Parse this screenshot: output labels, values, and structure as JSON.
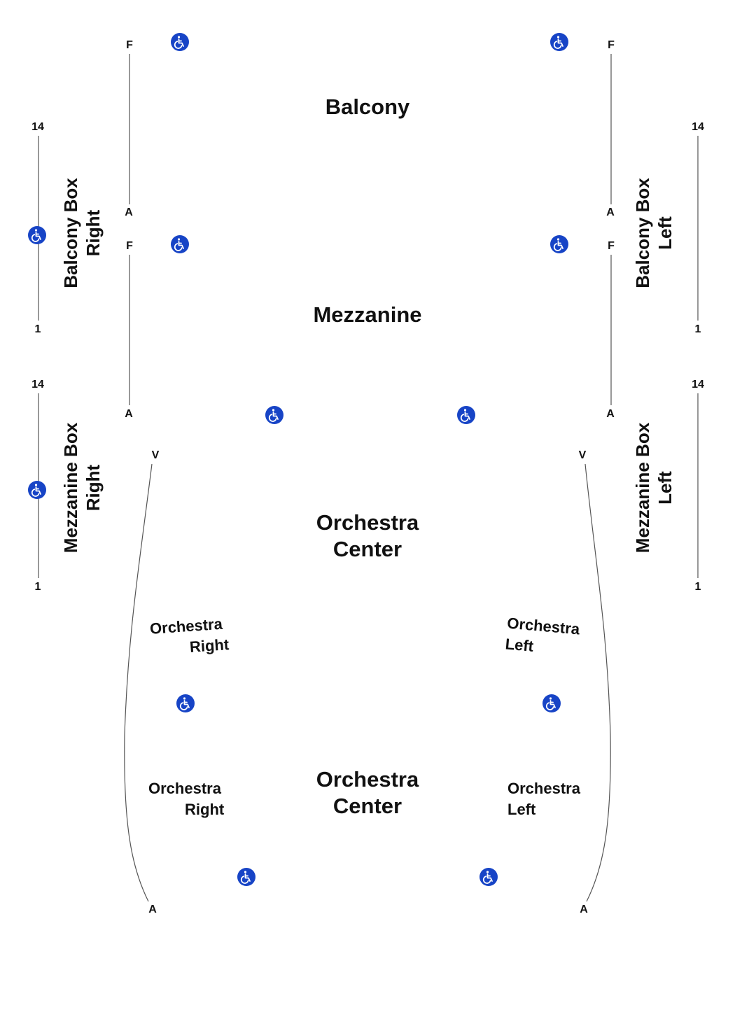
{
  "sections": {
    "balcony": "Balcony",
    "mezzanine": "Mezzanine",
    "orchestra_center_upper": [
      "Orchestra",
      "Center"
    ],
    "orchestra_center_lower": [
      "Orchestra",
      "Center"
    ],
    "orchestra_right_upper": [
      "Orchestra",
      "Right"
    ],
    "orchestra_left_upper": [
      "Orchestra",
      "Left"
    ],
    "orchestra_right_lower": [
      "Orchestra",
      "Right"
    ],
    "orchestra_left_lower": [
      "Orchestra",
      "Left"
    ],
    "balcony_box_right": [
      "Balcony Box",
      "Right"
    ],
    "balcony_box_left": [
      "Balcony Box",
      "Left"
    ],
    "mezzanine_box_right": [
      "Mezzanine Box",
      "Right"
    ],
    "mezzanine_box_left": [
      "Mezzanine Box",
      "Left"
    ]
  },
  "row_labels": {
    "balcony_top": "F",
    "balcony_bottom": "A",
    "mezzanine_top": "F",
    "mezzanine_bottom": "A",
    "orchestra_top": "V",
    "orchestra_bottom": "A",
    "box_top": "14",
    "box_bottom": "1"
  },
  "colors": {
    "accessible": "#1744c6",
    "text": "#111111",
    "lines": "#555555"
  },
  "icons": {
    "accessible": "wheelchair-icon"
  }
}
